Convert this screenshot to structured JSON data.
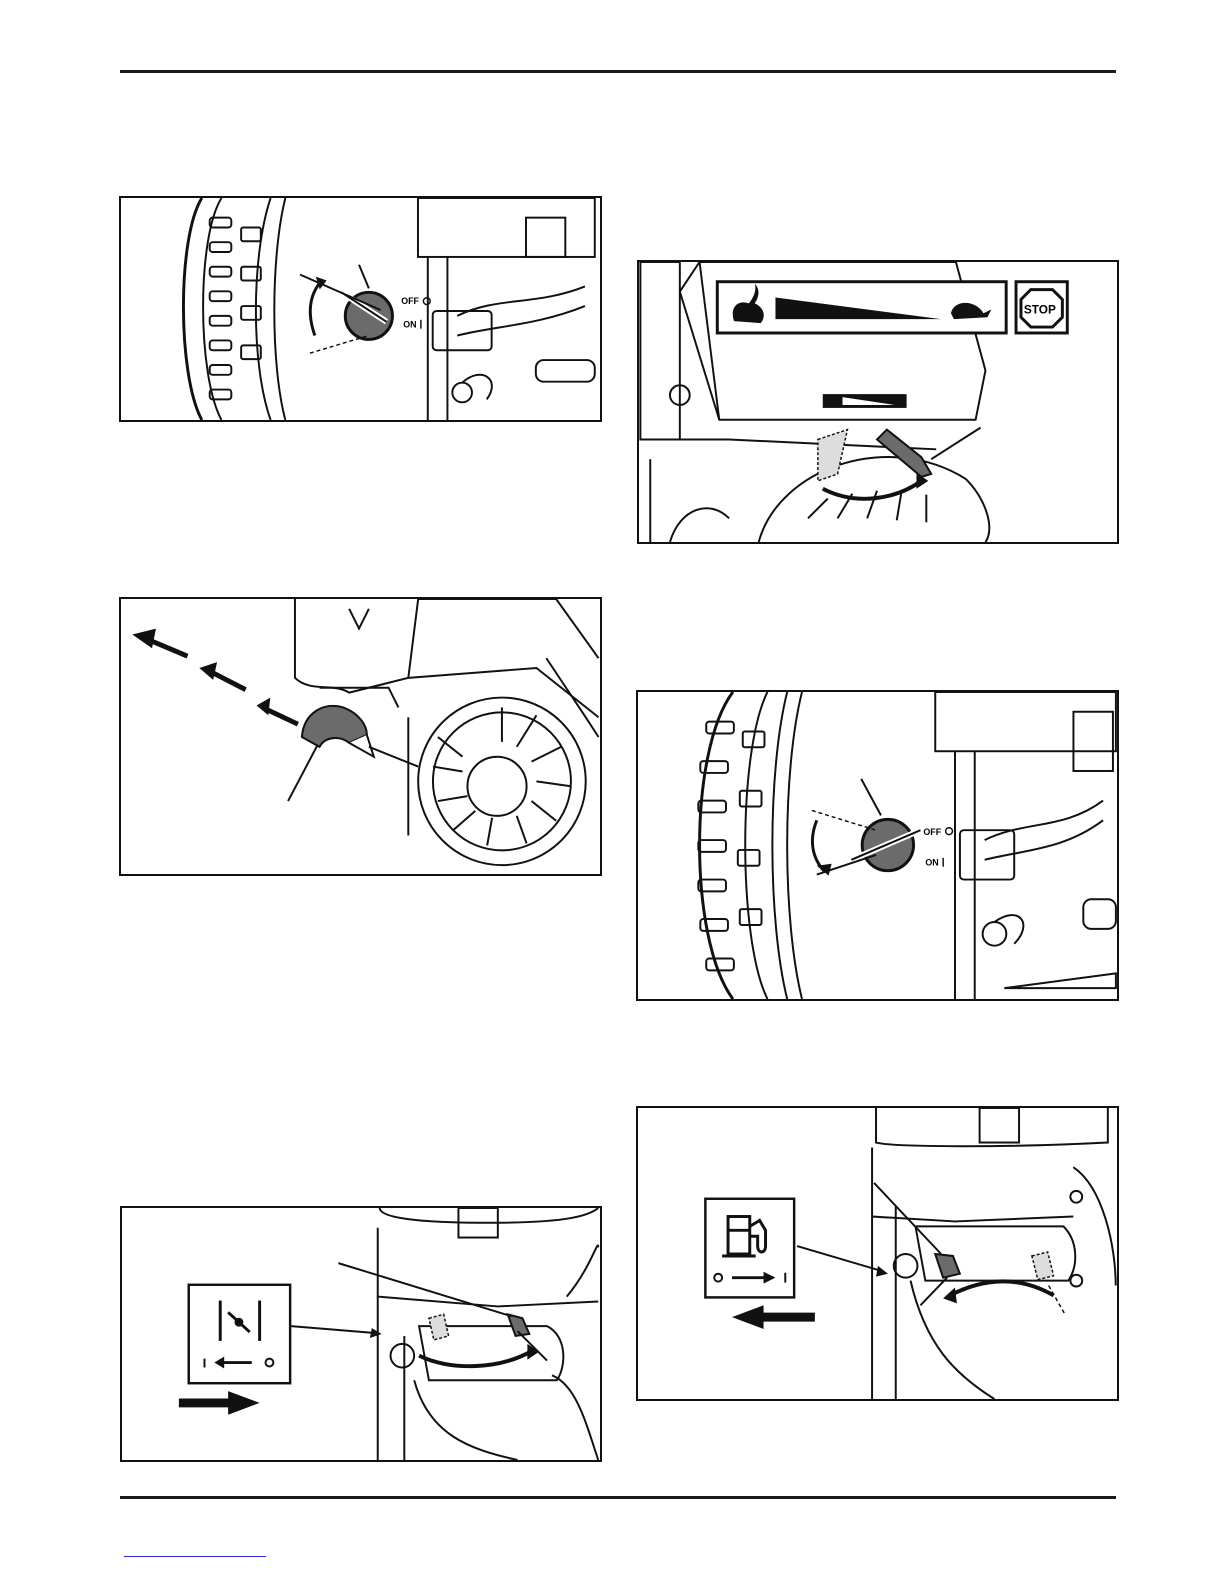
{
  "figures": {
    "choke_open": {
      "off_label": "OFF",
      "on_label": "ON"
    },
    "throttle": {
      "stop_label": "STOP"
    },
    "choke_close": {
      "off_label": "OFF",
      "on_label": "ON"
    },
    "fuel_valve": {}
  },
  "colors": {
    "line": "#111111",
    "knob_fill": "#6b6b6b",
    "link_underline": "#2b2bd6"
  },
  "icons": {
    "throttle_fast": "rabbit-icon",
    "throttle_slow": "turtle-icon",
    "choke_symbol": "choke-icon",
    "fuel_symbol": "fuel-pump-icon"
  }
}
